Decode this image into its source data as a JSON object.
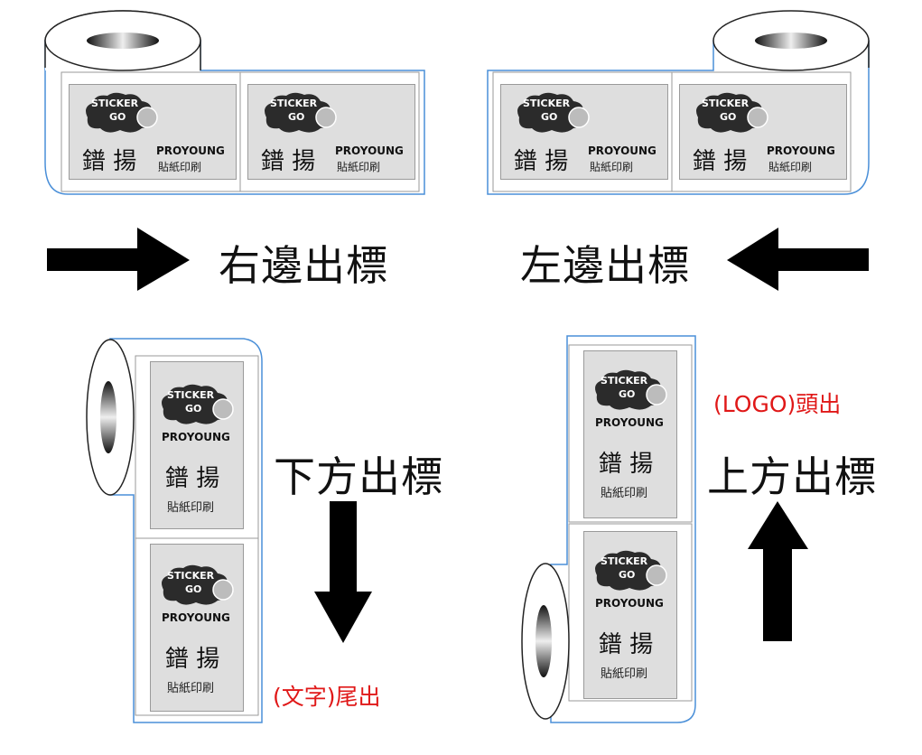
{
  "labels": {
    "right": "右邊出標",
    "left": "左邊出標",
    "down": "下方出標",
    "up": "上方出標"
  },
  "notes": {
    "tail": "(文字)尾出",
    "head": "(LOGO)頭出"
  },
  "sticker": {
    "logo_line1": "STICKER",
    "logo_line2": "GO",
    "brand": "PROYOUNG",
    "cn_big": "鐠 揚",
    "cn_small": "貼紙印刷"
  },
  "colors": {
    "note": "#e01818",
    "outline": "#4a8fd8",
    "label_bg": "#dedede",
    "arrow": "#000000"
  }
}
